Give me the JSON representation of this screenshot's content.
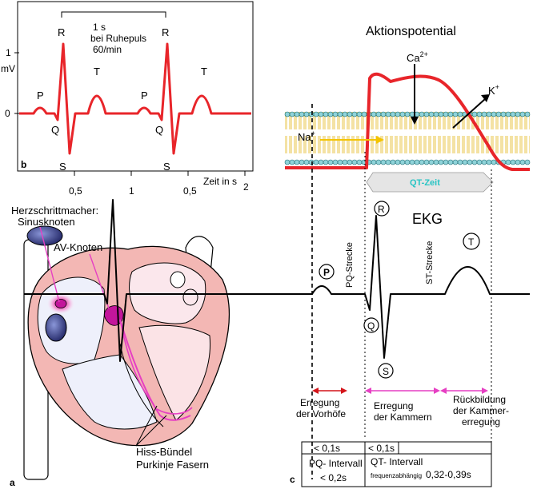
{
  "panel_b": {
    "letter": "b",
    "y_unit": "mV",
    "y_tick_1": "1",
    "y_tick_0": "0",
    "x_tick_1": "0,5",
    "x_tick_2": "1",
    "x_tick_3": "0,5",
    "x_tick_4": "2",
    "x_label": "Zeit in s",
    "interval_line1": "1 s",
    "interval_line2": "bei Ruhepuls",
    "interval_line3": "60/min",
    "labels": {
      "P1": "P",
      "Q1": "Q",
      "R1": "R",
      "S1": "S",
      "T1": "T",
      "P2": "P",
      "Q2": "Q",
      "R2": "R",
      "S2": "S",
      "T2": "T"
    }
  },
  "panel_a": {
    "letter": "a",
    "sinus_line1": "Herzschrittmacher:",
    "sinus_line2": "Sinusknoten",
    "av_node": "AV-Knoten",
    "his_line1": "Hiss-Bündel",
    "his_line2": "Purkinje Fasern"
  },
  "panel_c": {
    "letter": "c",
    "title": "Aktionspotential",
    "ca_ion": "Ca",
    "ca_charge": "2+",
    "k_ion": "K",
    "k_charge": "+",
    "na_ion": "Na",
    "na_charge": "+",
    "qt_bar": "QT-Zeit",
    "ekg_title": "EKG",
    "pq_segment": "PQ-Strecke",
    "st_segment": "ST-Strecke",
    "wave_P": "P",
    "wave_R": "R",
    "wave_Q": "Q",
    "wave_S": "S",
    "wave_T": "T",
    "phase1_line1": "Erregung",
    "phase1_line2": "der Vorhöfe",
    "phase2_line1": "Erregung",
    "phase2_line2": "der Kammern",
    "phase3_line1": "Rückbildung",
    "phase3_line2": "der Kammer-",
    "phase3_line3": "erregung",
    "table": {
      "cell_a": "< 0,1s",
      "cell_b": "< 0,1s",
      "pq_line1": "PQ- Intervall",
      "pq_line2": "< 0,2s",
      "qt_line1": "QT- Intervall",
      "qt_small": "frequenzabhängig",
      "qt_value": "0,32-0,39s"
    }
  },
  "colors": {
    "ekg_red": "#e8252a",
    "heart_pink": "#f3b7b4",
    "heart_chamber": "#eef0fb",
    "node_magenta": "#c3169b",
    "membrane_yellow": "#f4d35a",
    "membrane_head": "#8fd3d9",
    "qt_bar": "#e5e5e5",
    "qt_text": "#27c4c4"
  }
}
